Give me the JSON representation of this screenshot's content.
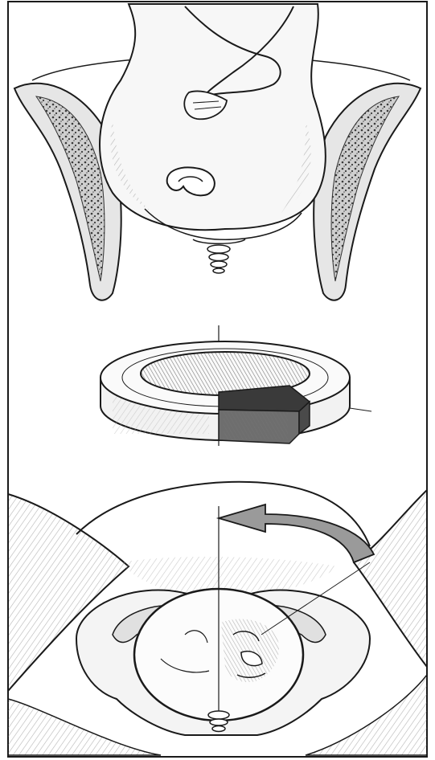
{
  "figure": {
    "panels": [
      {
        "id": "top",
        "subject": "fetus-in-pelvis"
      },
      {
        "id": "middle",
        "subject": "ring-with-quadrant"
      },
      {
        "id": "bottom",
        "subject": "fetal-head-rotation"
      }
    ],
    "colors": {
      "ink": "#1a1a1a",
      "bone_fill": "#d9d9d9",
      "bone_speckle": "#555555",
      "quadrant_fill": "#6e6e6e",
      "arrow_fill": "#9a9a9a",
      "hatch": "#b5b5b5"
    }
  }
}
